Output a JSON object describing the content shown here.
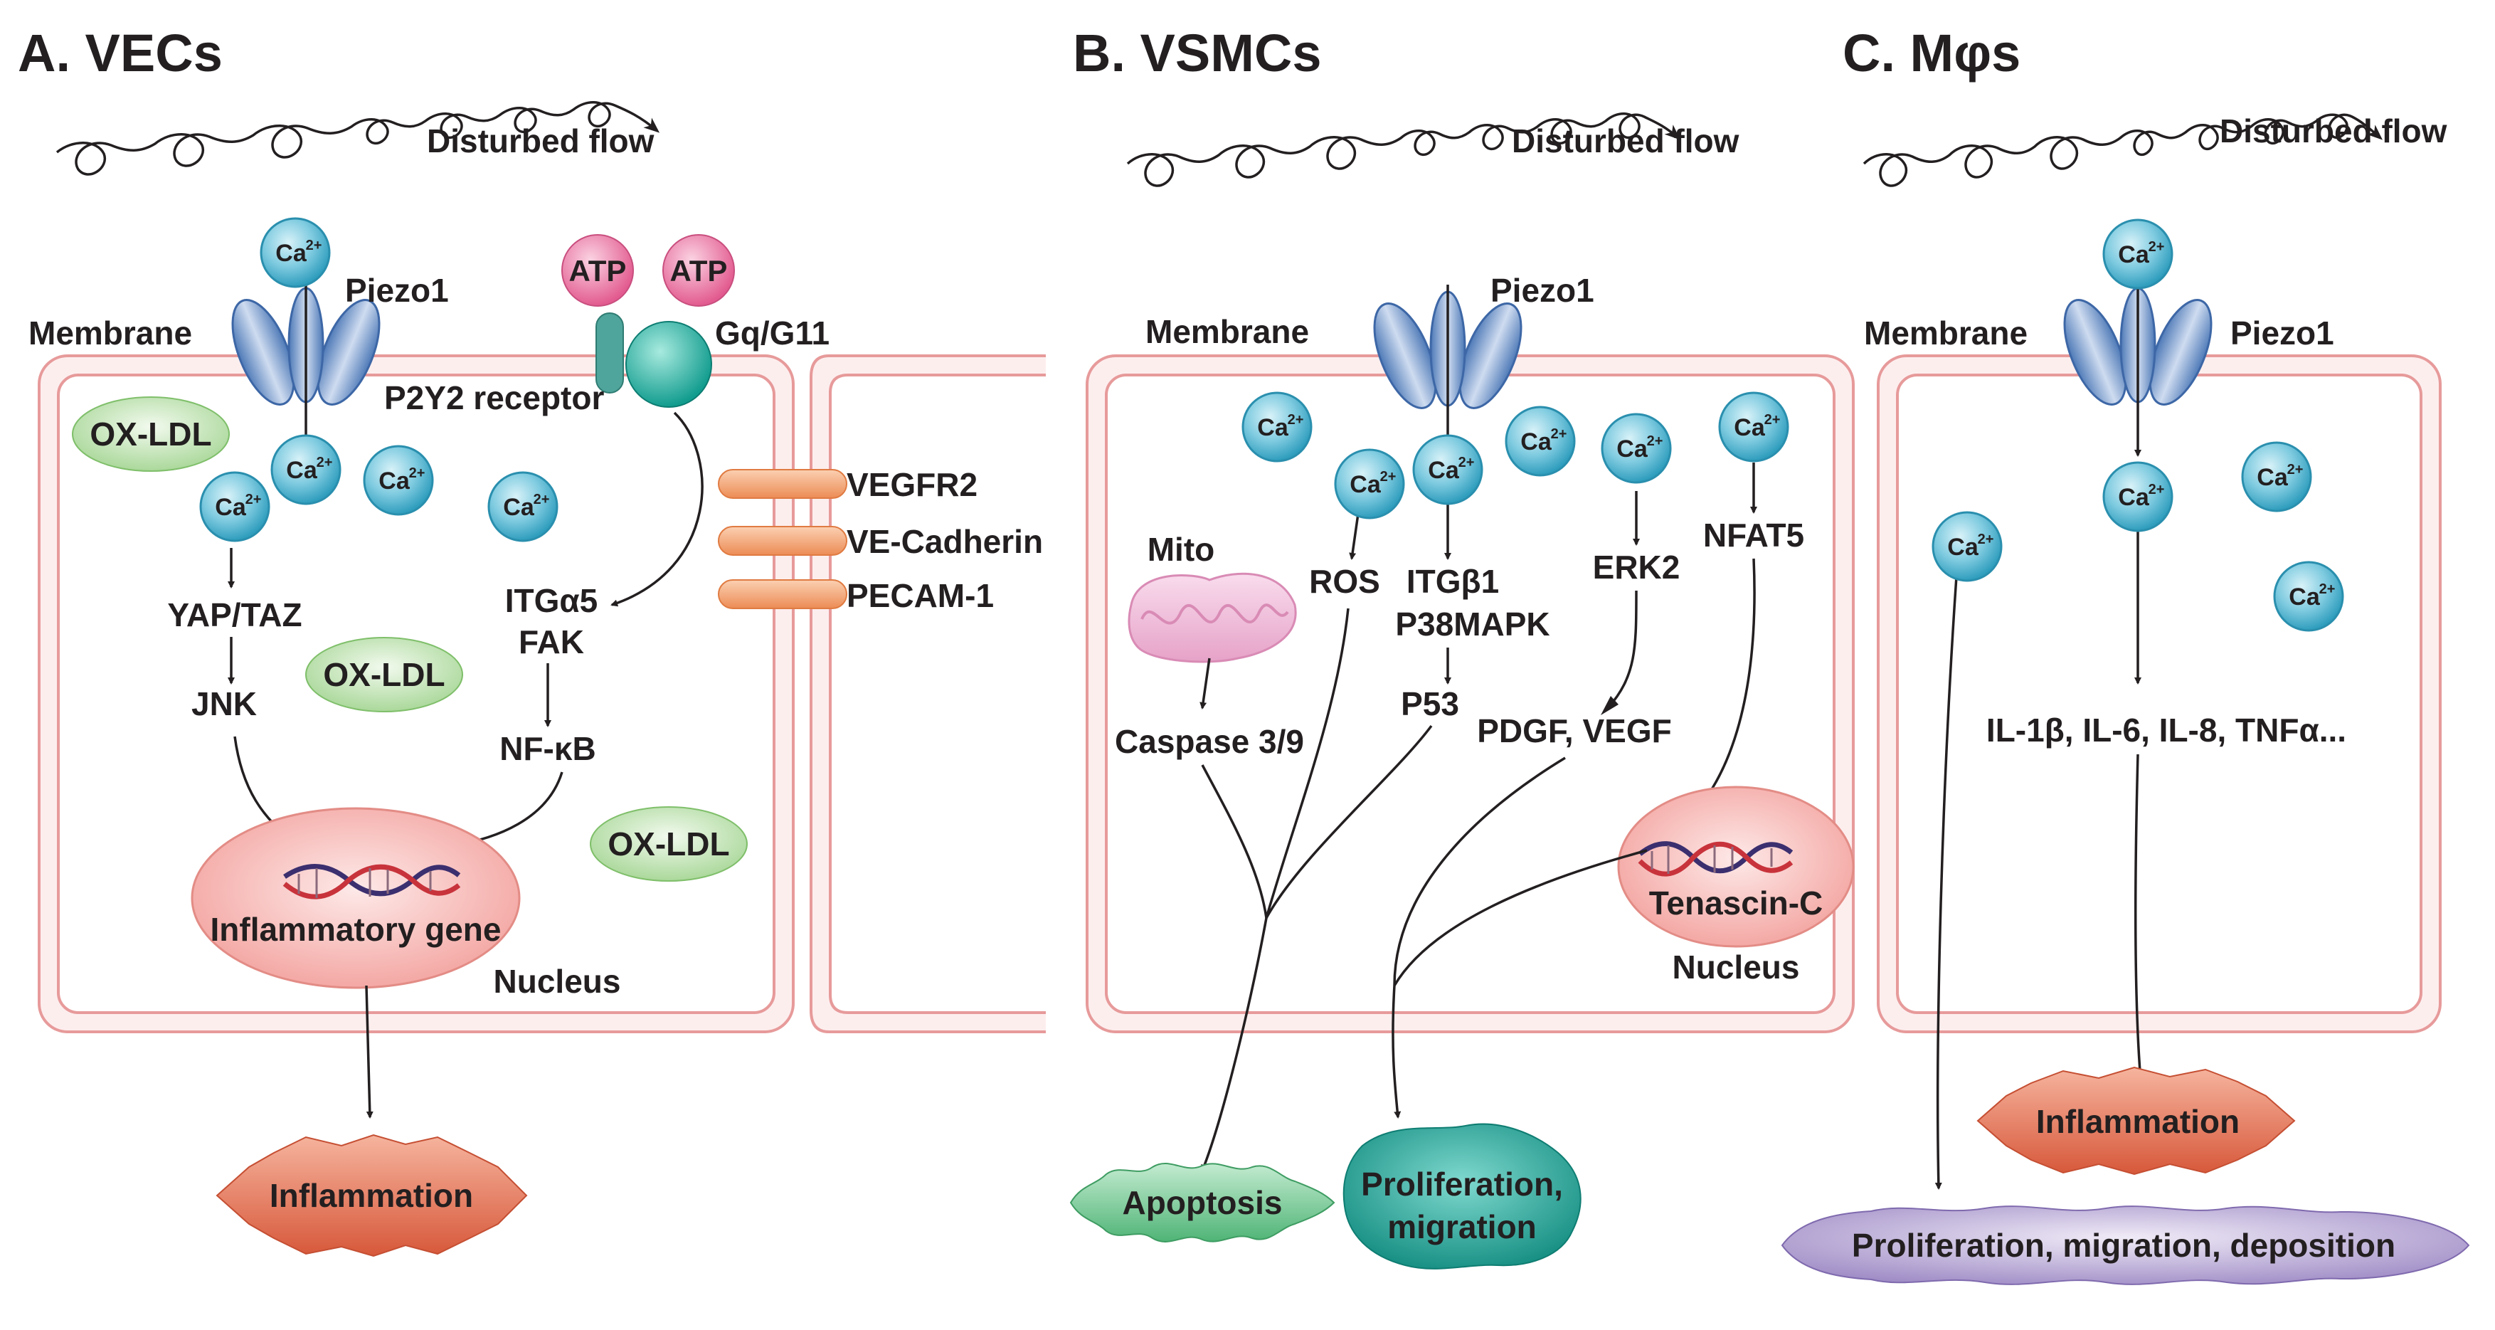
{
  "panels": {
    "a": {
      "title": "A. VECs",
      "flow_label": "Disturbed flow",
      "membrane_label": "Membrane",
      "piezo_label": "Piezo1",
      "atp_label": "ATP",
      "gq_label": "Gq/G11",
      "p2y2_label": "P2Y2 receptor",
      "oxldl_label": "OX-LDL",
      "yap_label": "YAP/TAZ",
      "jnk_label": "JNK",
      "itg_label": "ITGα5",
      "fak_label": "FAK",
      "nfkb_label": "NF-κB",
      "vegfr2_label": "VEGFR2",
      "vecad_label": "VE-Cadherin",
      "pecam_label": "PECAM-1",
      "gene_label": "Inflammatory gene",
      "nucleus_label": "Nucleus",
      "outcome_label": "Inflammation"
    },
    "b": {
      "title": "B. VSMCs",
      "flow_label": "Disturbed flow",
      "membrane_label": "Membrane",
      "piezo_label": "Piezo1",
      "mito_label": "Mito",
      "ros_label": "ROS",
      "itgb1_label": "ITGβ1",
      "p38_label": "P38MAPK",
      "p53_label": "P53",
      "erk_label": "ERK2",
      "nfat_label": "NFAT5",
      "caspase_label": "Caspase 3/9",
      "pdgf_label": "PDGF, VEGF",
      "tenascin_label": "Tenascin-C",
      "nucleus_label": "Nucleus",
      "apoptosis_label": "Apoptosis",
      "prolif_label_1": "Proliferation,",
      "prolif_label_2": "migration"
    },
    "c": {
      "title": "C. Mφs",
      "flow_label": "Disturbed flow",
      "membrane_label": "Membrane",
      "piezo_label": "Piezo1",
      "cytokines_label": "IL-1β, IL-6, IL-8, TNFα...",
      "outcome1_label": "Inflammation",
      "outcome2_label": "Proliferation, migration, deposition"
    }
  },
  "ion": {
    "main": "Ca",
    "sup": "2+"
  },
  "colors": {
    "cell_border": "#e79a9a",
    "cell_fill": "#fdeeee",
    "calcium": "#4bb4cf",
    "atp": "#e9739f",
    "oxldl": "#b8dfa8",
    "piezo": "#6f96cb",
    "receptor_bands": "#f2a372",
    "nucleus": "#f7b3b0",
    "inflammation": "#e06d50",
    "apoptosis": "#6cc28a",
    "proliferation": "#1fa69a",
    "deposition": "#a995c9"
  }
}
